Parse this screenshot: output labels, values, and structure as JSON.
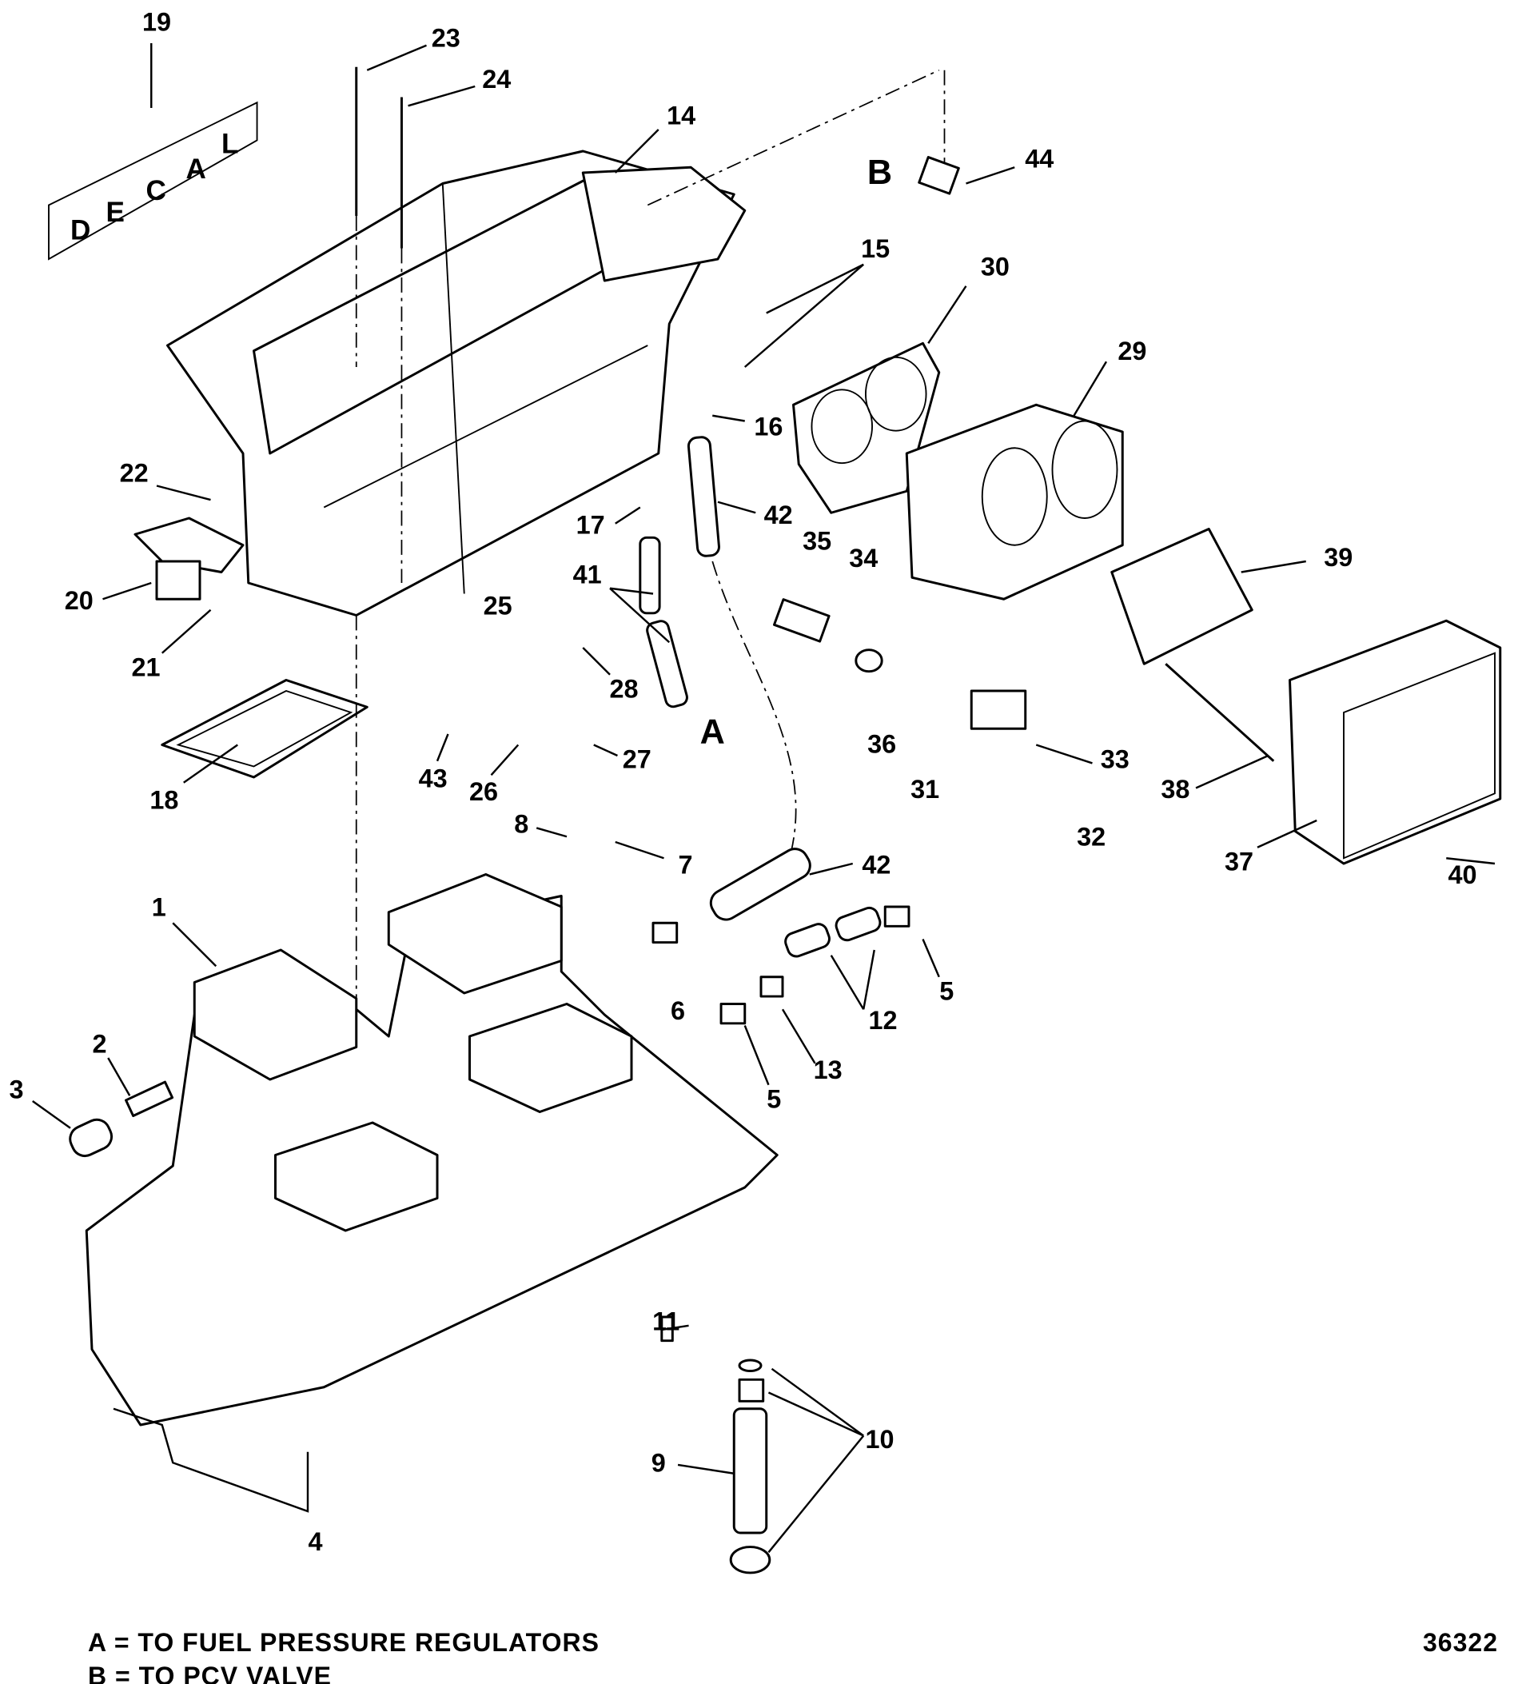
{
  "diagram": {
    "decal_text": [
      "D",
      "E",
      "C",
      "A",
      "L"
    ],
    "callouts": [
      "19",
      "23",
      "24",
      "14",
      "44",
      "15",
      "30",
      "29",
      "16",
      "22",
      "17",
      "42",
      "35",
      "34",
      "39",
      "41",
      "25",
      "20",
      "21",
      "28",
      "18",
      "43",
      "26",
      "27",
      "36",
      "33",
      "31",
      "38",
      "32",
      "37",
      "40",
      "8",
      "7",
      "42",
      "1",
      "6",
      "12",
      "5",
      "2",
      "3",
      "13",
      "5",
      "11",
      "10",
      "9",
      "4"
    ],
    "markers": {
      "a": "A",
      "b": "B"
    },
    "legend": {
      "line_a": "A = TO FUEL PRESSURE REGULATORS",
      "line_b": "B = TO PCV VALVE"
    },
    "figure_number": "36322"
  }
}
